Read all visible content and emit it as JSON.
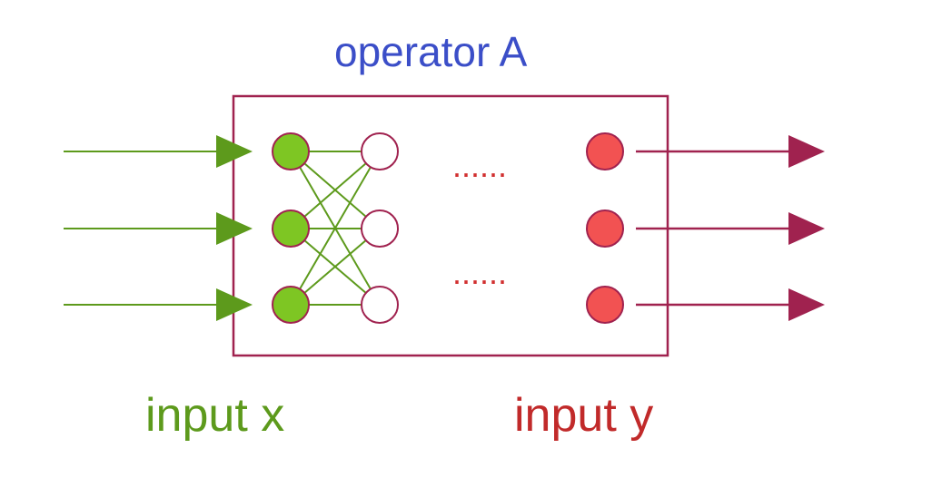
{
  "diagram": {
    "title": "operator A",
    "input_label": "input x",
    "output_label": "input y",
    "ellipsis_top": "......",
    "ellipsis_bottom": "......",
    "colors": {
      "title": "#3b4ec8",
      "box": "#a0224f",
      "input": "#5d9a1c",
      "input_fill": "#7ec623",
      "hidden_fill": "#ffffff",
      "output": "#a0224f",
      "output_fill": "#f25252",
      "ellipsis": "#d12f2f",
      "input_text": "#5d9a1c",
      "output_text": "#c12a2a"
    },
    "node_rows": 3
  }
}
